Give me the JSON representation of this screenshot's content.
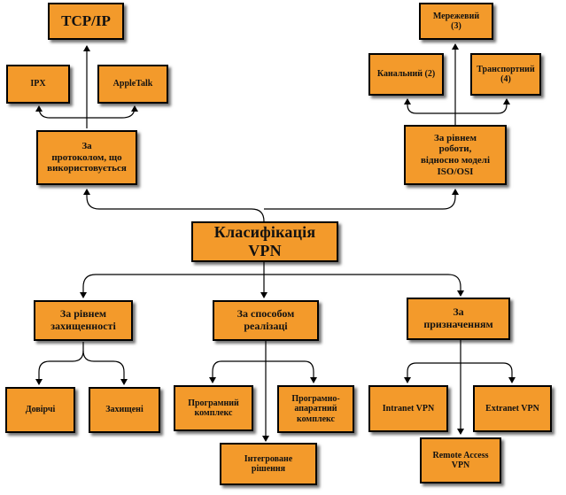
{
  "nodes": {
    "root": "Класифікація\nVPN",
    "tcpip": "TCP/IP",
    "ipx": "IPX",
    "appletalk": "AppleTalk",
    "protocol": "За\nпротоколом, що\nвикористовується",
    "network": "Мережевий\n(3)",
    "channel": "Канальний (2)",
    "transport": "Транспортний\n(4)",
    "osi": "За рівнем\nроботи,\nвідносно моделі\nISO/OSI",
    "security": "За рівнем\nзахищенності",
    "trusted": "Довірчі",
    "protected": "Захищені",
    "method": "За способом\nреалізаці",
    "software": "Програмний\nкомплекс",
    "hwsw": "Програмно-\nапаратний\nкомплекс",
    "integrated": "Інтегроване\nрішення",
    "purpose": "За\nпризначенням",
    "intranet": "Intranet VPN",
    "extranet": "Extranet VPN",
    "remote": "Remote Access\nVPN"
  },
  "colors": {
    "node_fill": "#f39a2b",
    "node_border": "#000000",
    "connector": "#000000"
  }
}
